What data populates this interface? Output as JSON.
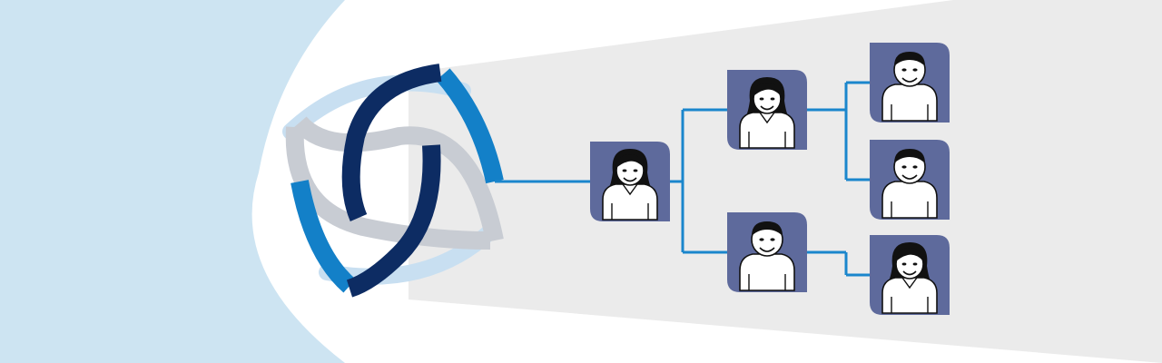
{
  "colors": {
    "left_panel": "#cde4f2",
    "beam": "#ebebeb",
    "card": "#5e6a9c",
    "connector": "#1a86cc",
    "logo_navy": "#0d2c63",
    "logo_blue": "#1380c8",
    "logo_light": "#c8dff1",
    "logo_grey": "#c8ccd3",
    "skin": "#ffffff",
    "hair": "#111111"
  },
  "logo": {
    "icon": "interlocking-arcs-logo"
  },
  "people": [
    {
      "id": "root",
      "level": 0,
      "icon": "woman-avatar"
    },
    {
      "id": "mid-top",
      "level": 1,
      "parent": "root",
      "icon": "woman-avatar"
    },
    {
      "id": "mid-bottom",
      "level": 1,
      "parent": "root",
      "icon": "man-avatar"
    },
    {
      "id": "leaf-1",
      "level": 2,
      "parent": "mid-top",
      "icon": "man-avatar"
    },
    {
      "id": "leaf-2",
      "level": 2,
      "parent": "mid-top",
      "icon": "man-avatar"
    },
    {
      "id": "leaf-3",
      "level": 2,
      "parent": "mid-bottom",
      "icon": "woman-avatar"
    }
  ]
}
